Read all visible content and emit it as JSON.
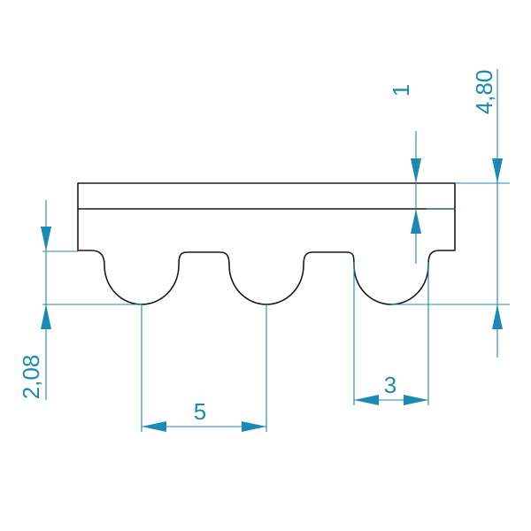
{
  "drawing": {
    "colors": {
      "dimension": "#1a8ab5",
      "profile": "#1a1a1a",
      "background": "#ffffff"
    },
    "dimensions": {
      "pitch": "5",
      "tooth_width": "3",
      "tooth_height": "2,08",
      "total_height": "4,80",
      "backing": "1"
    }
  }
}
